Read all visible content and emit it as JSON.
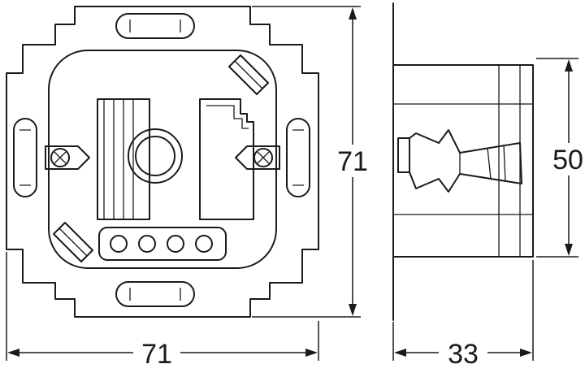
{
  "dimensions": {
    "front_width": "71",
    "front_height": "71",
    "side_depth": "33",
    "side_height": "50"
  }
}
